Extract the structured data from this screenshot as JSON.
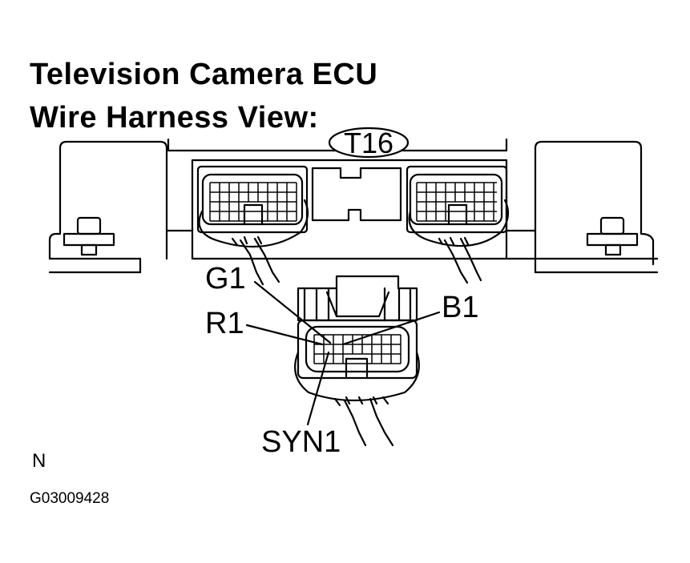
{
  "title": {
    "line1": "Television Camera ECU",
    "line2": "Wire Harness View:"
  },
  "connector_code": "T16",
  "pin_labels": {
    "g1": "G1",
    "r1": "R1",
    "b1": "B1",
    "syn1": "SYN1"
  },
  "orientation_mark": "N",
  "figure_id": "G03009428"
}
